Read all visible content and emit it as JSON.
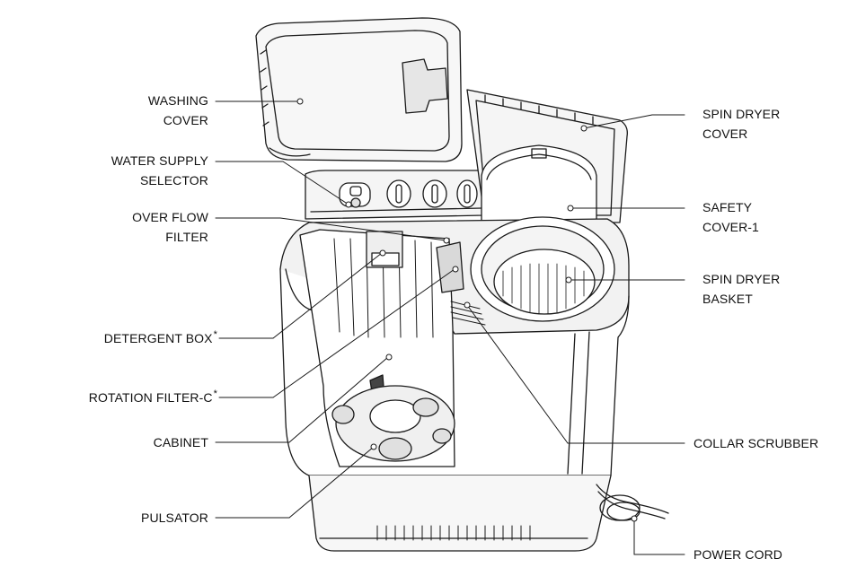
{
  "labels": {
    "washing_cover": [
      "WASHING",
      "COVER"
    ],
    "water_supply_selector": [
      "WATER SUPPLY",
      "SELECTOR"
    ],
    "over_flow_filter": [
      "OVER FLOW",
      "FILTER"
    ],
    "detergent_box": "DETERGENT BOX",
    "rotation_filter": "ROTATION FILTER-C",
    "cabinet": "CABINET",
    "pulsator": "PULSATOR",
    "spin_dryer_cover": [
      "SPIN DRYER",
      "COVER"
    ],
    "safety_cover": [
      "SAFETY",
      "COVER-1"
    ],
    "spin_dryer_basket": [
      "SPIN DRYER",
      "BASKET"
    ],
    "collar_scrubber": "COLLAR SCRUBBER",
    "power_cord": "POWER CORD",
    "asterisk": "*"
  },
  "colors": {
    "line": "#1a1a1a",
    "fill_light": "#f2f2f2",
    "fill_mid": "#d9d9d9"
  }
}
